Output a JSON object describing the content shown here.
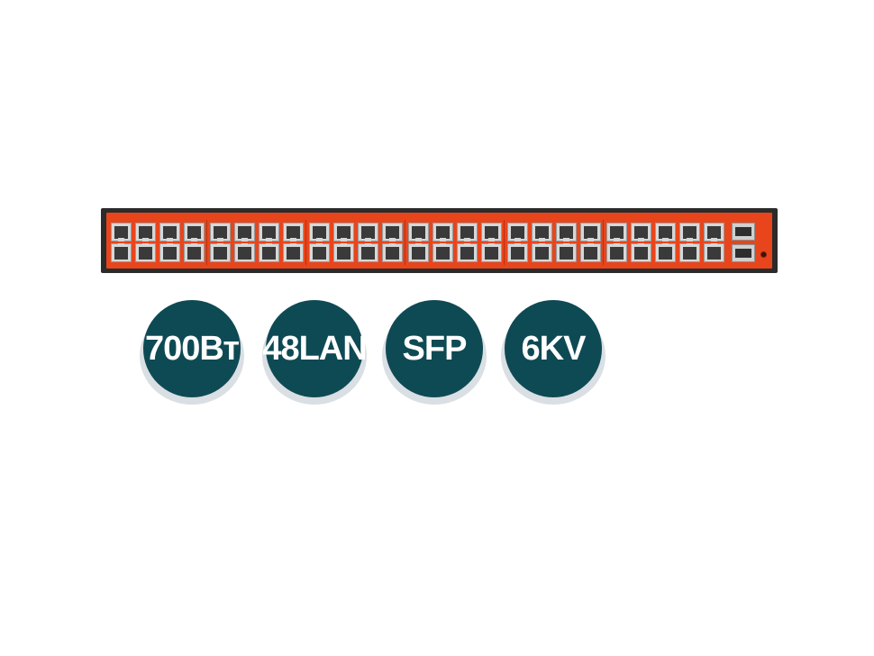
{
  "product": {
    "type": "48-port PoE network switch",
    "rj45_ports": 48,
    "combo_rj45_ports": 2,
    "sfp_slots": 2,
    "colors": {
      "chassis": "#2b2b2b",
      "front_panel": "#e8451c",
      "badge": "#0e4a54",
      "badge_shadow": "#d9dfe3"
    }
  },
  "badges": [
    {
      "label": "700Вт"
    },
    {
      "label": "48LAN"
    },
    {
      "label": "SFP"
    },
    {
      "label": "6KV"
    }
  ]
}
